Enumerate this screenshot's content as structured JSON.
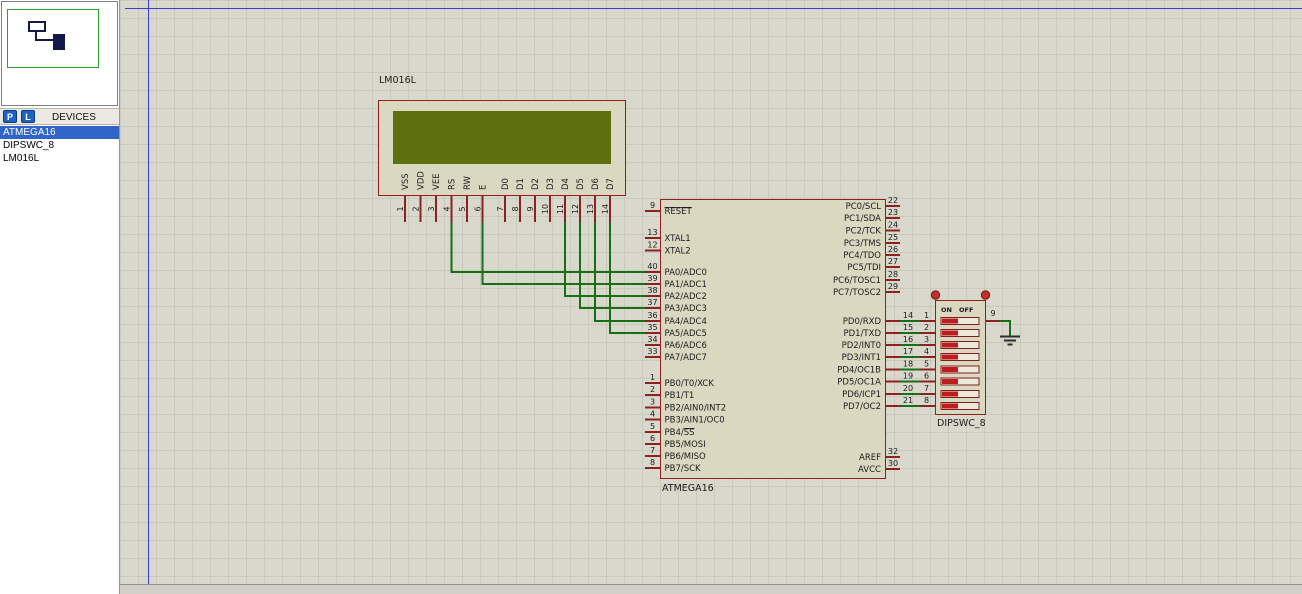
{
  "sidebar": {
    "pick_button": "P",
    "library_button": "L",
    "devices_label": "DEVICES",
    "device_list": [
      {
        "name": "ATMEGA16",
        "selected": true
      },
      {
        "name": "DIPSWC_8",
        "selected": false
      },
      {
        "name": "LM016L",
        "selected": false
      }
    ]
  },
  "schematic": {
    "lcd": {
      "ref": "LM016L",
      "pins": [
        {
          "num": "1",
          "name": "VSS"
        },
        {
          "num": "2",
          "name": "VDD"
        },
        {
          "num": "3",
          "name": "VEE"
        },
        {
          "num": "4",
          "name": "RS"
        },
        {
          "num": "5",
          "name": "RW"
        },
        {
          "num": "6",
          "name": "E"
        },
        {
          "num": "7",
          "name": "D0"
        },
        {
          "num": "8",
          "name": "D1"
        },
        {
          "num": "9",
          "name": "D2"
        },
        {
          "num": "10",
          "name": "D3"
        },
        {
          "num": "11",
          "name": "D4"
        },
        {
          "num": "12",
          "name": "D5"
        },
        {
          "num": "13",
          "name": "D6"
        },
        {
          "num": "14",
          "name": "D7"
        }
      ]
    },
    "mcu": {
      "ref": "ATMEGA16",
      "left_pins": [
        {
          "num": "9",
          "label": "RESET",
          "overline": "RESET"
        },
        {
          "num": "13",
          "label": "XTAL1"
        },
        {
          "num": "12",
          "label": "XTAL2"
        },
        {
          "num": "40",
          "label": "PA0/ADC0"
        },
        {
          "num": "39",
          "label": "PA1/ADC1"
        },
        {
          "num": "38",
          "label": "PA2/ADC2"
        },
        {
          "num": "37",
          "label": "PA3/ADC3"
        },
        {
          "num": "36",
          "label": "PA4/ADC4"
        },
        {
          "num": "35",
          "label": "PA5/ADC5"
        },
        {
          "num": "34",
          "label": "PA6/ADC6"
        },
        {
          "num": "33",
          "label": "PA7/ADC7"
        },
        {
          "num": "1",
          "label": "PB0/T0/XCK"
        },
        {
          "num": "2",
          "label": "PB1/T1"
        },
        {
          "num": "3",
          "label": "PB2/AIN0/INT2"
        },
        {
          "num": "4",
          "label": "PB3/AIN1/OC0"
        },
        {
          "num": "5",
          "label": "PB4/SS",
          "overline": "SS"
        },
        {
          "num": "6",
          "label": "PB5/MOSI"
        },
        {
          "num": "7",
          "label": "PB6/MISO"
        },
        {
          "num": "8",
          "label": "PB7/SCK"
        }
      ],
      "right_pins": [
        {
          "num": "22",
          "label": "PC0/SCL"
        },
        {
          "num": "23",
          "label": "PC1/SDA"
        },
        {
          "num": "24",
          "label": "PC2/TCK"
        },
        {
          "num": "25",
          "label": "PC3/TMS"
        },
        {
          "num": "26",
          "label": "PC4/TDO"
        },
        {
          "num": "27",
          "label": "PC5/TDI"
        },
        {
          "num": "28",
          "label": "PC6/TOSC1"
        },
        {
          "num": "29",
          "label": "PC7/TOSC2"
        },
        {
          "num": "14",
          "label": "PD0/RXD"
        },
        {
          "num": "15",
          "label": "PD1/TXD"
        },
        {
          "num": "16",
          "label": "PD2/INT0"
        },
        {
          "num": "17",
          "label": "PD3/INT1"
        },
        {
          "num": "18",
          "label": "PD4/OC1B"
        },
        {
          "num": "19",
          "label": "PD5/OC1A"
        },
        {
          "num": "20",
          "label": "PD6/ICP1"
        },
        {
          "num": "21",
          "label": "PD7/OC2"
        },
        {
          "num": "32",
          "label": "AREF"
        },
        {
          "num": "30",
          "label": "AVCC"
        }
      ]
    },
    "dipswitch": {
      "ref": "DIPSWC_8",
      "on_label": "ON",
      "off_label": "OFF",
      "common_pin": "9",
      "rows": [
        {
          "mcu_pin": "14",
          "sw_pin": "1"
        },
        {
          "mcu_pin": "15",
          "sw_pin": "2"
        },
        {
          "mcu_pin": "16",
          "sw_pin": "3"
        },
        {
          "mcu_pin": "17",
          "sw_pin": "4"
        },
        {
          "mcu_pin": "18",
          "sw_pin": "5"
        },
        {
          "mcu_pin": "19",
          "sw_pin": "6"
        },
        {
          "mcu_pin": "20",
          "sw_pin": "7"
        },
        {
          "mcu_pin": "21",
          "sw_pin": "8"
        }
      ]
    },
    "connections": [
      {
        "from": "RS",
        "to": "PA0/ADC0"
      },
      {
        "from": "E",
        "to": "PA1/ADC1"
      },
      {
        "from": "D4",
        "to": "PA2/ADC2"
      },
      {
        "from": "D5",
        "to": "PA3/ADC3"
      },
      {
        "from": "D6",
        "to": "PA4/ADC4"
      },
      {
        "from": "D7",
        "to": "PA5/ADC5"
      }
    ]
  },
  "colors": {
    "component_border": "#8e2020",
    "component_fill": "#dbd8c2",
    "wire_green": "#157015",
    "lcd_screen": "#5c7010",
    "selection_blue": "#2f64c8",
    "grid_bg": "#d8d8cc",
    "sheet_border_blue": "#3c3cd2",
    "switch_red": "#bf1d1d"
  }
}
